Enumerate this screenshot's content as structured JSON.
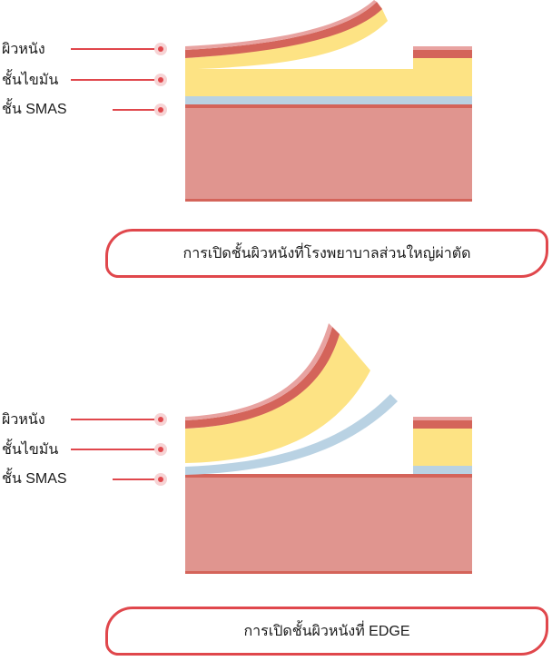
{
  "colors": {
    "accent": "#e0474c",
    "accent_soft": "#f7d3d4",
    "skin_top": "#e8a3a1",
    "skin": "#d4645a",
    "fat": "#fde384",
    "smas": "#b9d2e3",
    "muscle": "#e0958f",
    "muscle_edge": "#d4645a"
  },
  "diagrams": [
    {
      "id": "hospital",
      "labels": [
        {
          "key": "skin",
          "text": "ผิวหนัง"
        },
        {
          "key": "fat",
          "text": "ชั้นไขมัน"
        },
        {
          "key": "smas",
          "text": "ชั้น SMAS"
        }
      ],
      "caption": "การเปิดชั้นผิวหนังที่โรงพยาบาลส่วนใหญ่ผ่าตัด"
    },
    {
      "id": "edge",
      "labels": [
        {
          "key": "skin",
          "text": "ผิวหนัง"
        },
        {
          "key": "fat",
          "text": "ชั้นไขมัน"
        },
        {
          "key": "smas",
          "text": "ชั้น SMAS"
        }
      ],
      "caption": "การเปิดชั้นผิวหนังที่ EDGE"
    }
  ]
}
